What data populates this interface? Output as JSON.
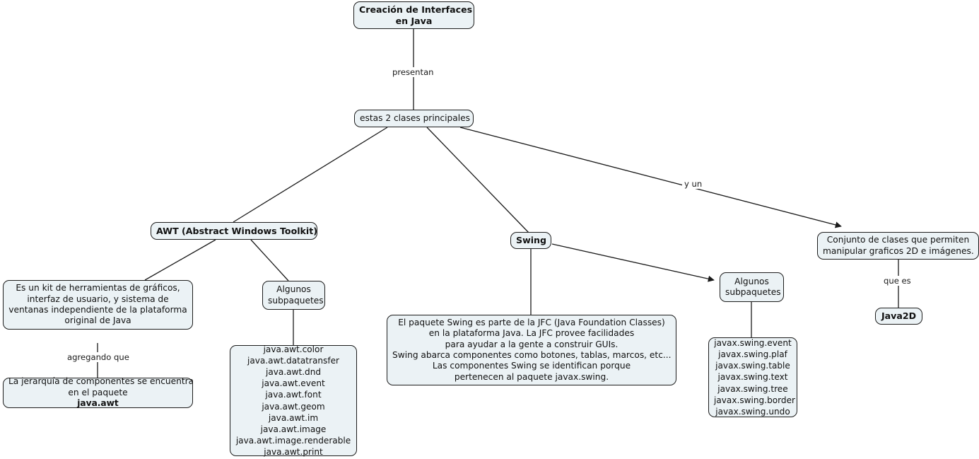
{
  "diagram": {
    "title": "Creación de Interfaces en Java",
    "type": "concept-map",
    "language": "es",
    "colors": {
      "node_fill": "#ebf2f5",
      "node_border": "#1d1d1d",
      "edge": "#1a1a1a",
      "text": "#111111",
      "background": "#ffffff"
    }
  },
  "nodes": {
    "root": {
      "lines": [
        "Creación de Interfaces",
        "en Java"
      ],
      "bold": true
    },
    "two_classes": {
      "lines": [
        "estas 2 clases principales"
      ],
      "bold": false
    },
    "awt": {
      "lines": [
        "AWT (Abstract Windows Toolkit)"
      ],
      "bold": true
    },
    "swing": {
      "lines": [
        "Swing"
      ],
      "bold": true
    },
    "java2d_desc": {
      "lines": [
        "Conjunto de clases que permiten",
        "manipular graficos 2D e imágenes."
      ],
      "bold": false
    },
    "java2d": {
      "lines": [
        "Java2D"
      ],
      "bold": true
    },
    "awt_desc": {
      "lines": [
        "Es un kit de herramientas de gráficos,",
        "interfaz de usuario, y sistema de",
        "ventanas independiente de la plataforma",
        "original de Java"
      ],
      "bold": false
    },
    "awt_hierarchy": {
      "lines": [
        "La jerarquía de componentes se encuentra",
        "en el paquete "
      ],
      "bold_tail": "java.awt",
      "plain": "La jerarquía de componentes se encuentra en el paquete java.awt"
    },
    "awt_subpkg_title": {
      "lines": [
        "Algunos",
        "subpaquetes"
      ],
      "bold": false
    },
    "swing_subpkg_title": {
      "lines": [
        "Algunos",
        "subpaquetes"
      ],
      "bold": false
    },
    "swing_desc": {
      "lines": [
        "El paquete Swing es parte de la JFC (Java Foundation Classes)",
        "en la plataforma Java. La JFC provee facilidades",
        "para ayudar a la gente a construir GUIs.",
        "Swing abarca componentes como botones, tablas, marcos, etc...",
        "Las componentes Swing se identifican porque",
        "pertenecen al paquete javax.swing."
      ],
      "bold": false
    },
    "awt_packages": {
      "lines": [
        "java.awt.color",
        "java.awt.datatransfer",
        "java.awt.dnd",
        "java.awt.event",
        "java.awt.font",
        "java.awt.geom",
        "java.awt.im",
        "java.awt.image",
        "java.awt.image.renderable",
        "java.awt.print"
      ],
      "bold": false
    },
    "swing_packages": {
      "lines": [
        "javax.swing.event",
        "javax.swing.plaf",
        "javax.swing.table",
        "javax.swing.text",
        "javax.swing.tree",
        "javax.swing.border",
        "javax.swing.undo"
      ],
      "bold": false
    }
  },
  "edge_labels": {
    "presentan": "presentan",
    "y_un": "y un",
    "agregando_que": "agregando que",
    "que_es": "que es"
  }
}
